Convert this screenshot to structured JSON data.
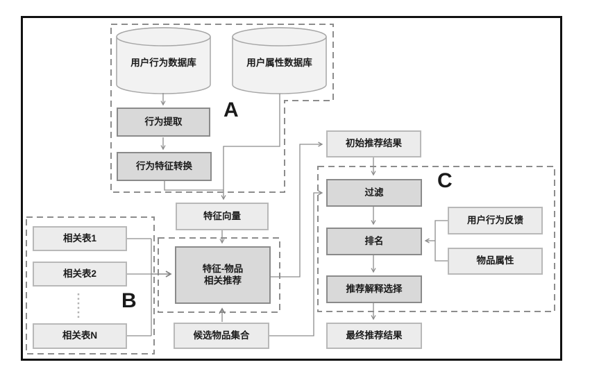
{
  "diagram": {
    "groups": {
      "a": {
        "label": "A"
      },
      "b": {
        "label": "B"
      },
      "c": {
        "label": "C"
      }
    },
    "nodes": {
      "user_behavior_db": {
        "label": "用户行为数据库",
        "shape": "cylinder"
      },
      "user_attr_db": {
        "label": "用户属性数据库",
        "shape": "cylinder"
      },
      "behavior_extract": {
        "label": "行为提取"
      },
      "behavior_feature_convert": {
        "label": "行为特征转换"
      },
      "feature_vector": {
        "label": "特征向量"
      },
      "related_table_1": {
        "label": "相关表1"
      },
      "related_table_2": {
        "label": "相关表2"
      },
      "related_table_n": {
        "label": "相关表N"
      },
      "feature_item_rec": {
        "label_line1": "特征-物品",
        "label_line2": "相关推荐"
      },
      "candidate_item_set": {
        "label": "候选物品集合"
      },
      "initial_rec_result": {
        "label": "初始推荐结果"
      },
      "filter": {
        "label": "过滤"
      },
      "ranking": {
        "label": "排名"
      },
      "rec_explain_select": {
        "label": "推荐解释选择"
      },
      "final_rec_result": {
        "label": "最终推荐结果"
      },
      "user_behavior_feedback": {
        "label": "用户行为反馈"
      },
      "item_attr": {
        "label": "物品属性"
      }
    },
    "edges": [
      {
        "from": "用户行为数据库",
        "to": "行为提取"
      },
      {
        "from": "行为提取",
        "to": "行为特征转换"
      },
      {
        "from": "行为特征转换",
        "to": "特征向量"
      },
      {
        "from": "用户属性数据库",
        "to": "特征向量"
      },
      {
        "from": "特征向量",
        "to": "特征-物品相关推荐"
      },
      {
        "from": "相关表1",
        "to": "特征-物品相关推荐"
      },
      {
        "from": "相关表2",
        "to": "特征-物品相关推荐"
      },
      {
        "from": "相关表N",
        "to": "特征-物品相关推荐"
      },
      {
        "from": "候选物品集合",
        "to": "特征-物品相关推荐"
      },
      {
        "from": "特征-物品相关推荐",
        "to": "初始推荐结果"
      },
      {
        "from": "初始推荐结果",
        "to": "过滤"
      },
      {
        "from": "候选物品集合",
        "to": "过滤"
      },
      {
        "from": "过滤",
        "to": "排名"
      },
      {
        "from": "用户行为反馈",
        "to": "排名"
      },
      {
        "from": "物品属性",
        "to": "排名"
      },
      {
        "from": "排名",
        "to": "推荐解释选择"
      },
      {
        "from": "推荐解释选择",
        "to": "最终推荐结果"
      }
    ],
    "colors": {
      "box_light_fill": "#ececec",
      "box_light_border": "#b8b8b8",
      "box_dark_fill": "#d9d9d9",
      "box_dark_border": "#8a8a8a",
      "cylinder_fill": "#f2f2f2",
      "cylinder_border": "#a6a6a6",
      "connector": "#8c8c8c",
      "dashed_outline": "#8c8c8c",
      "frame": "#111111",
      "text": "#1a1a1a"
    }
  }
}
